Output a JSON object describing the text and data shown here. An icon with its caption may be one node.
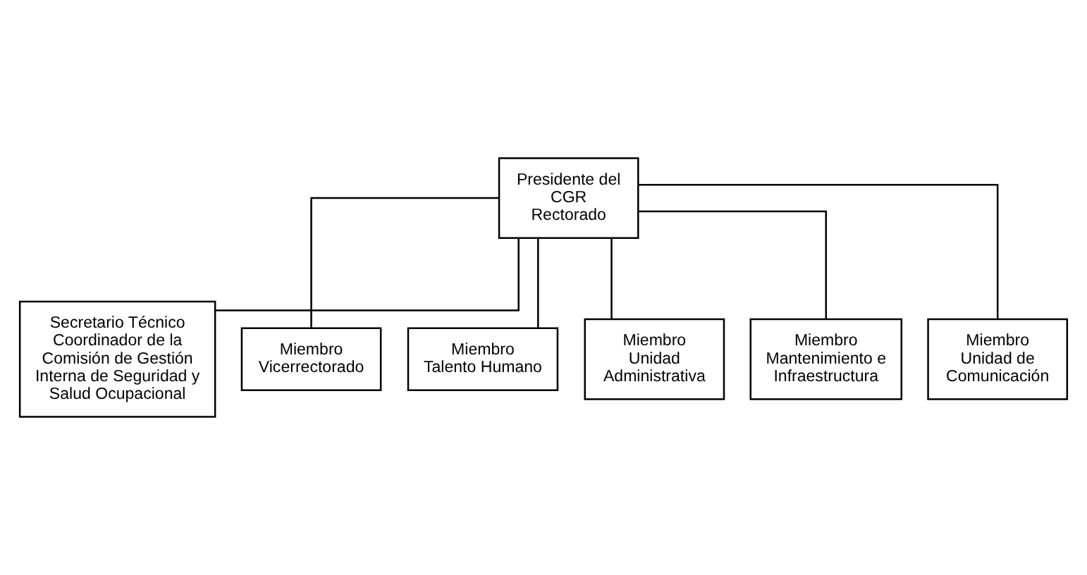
{
  "diagram": {
    "nodes": [
      {
        "text": [
          "Presidente del CGR",
          "Rectorado"
        ]
      },
      {
        "text": [
          "Secretario Técnico",
          "Coordinador de la Comisión de Gestión Interna de Seguridad y Salud Ocupacional"
        ]
      },
      {
        "text": [
          "Miembro",
          "Vicerrectorado"
        ]
      },
      {
        "text": [
          "Miembro",
          "Talento Humano"
        ]
      },
      {
        "text": [
          "Miembro",
          "Unidad Administrativa"
        ]
      },
      {
        "text": [
          "Miembro",
          "Mantenimiento e Infraestructura"
        ]
      },
      {
        "text": [
          "Miembro",
          "Unidad de Comunicación"
        ]
      }
    ],
    "edges": [
      {
        "from": 0,
        "to": 1,
        "arrow": "none"
      },
      {
        "from": 0,
        "to": 2,
        "arrow": "none"
      },
      {
        "from": 0,
        "to": 3,
        "arrow": "none"
      },
      {
        "from": 0,
        "to": 4,
        "arrow": "none"
      },
      {
        "from": 0,
        "to": 5,
        "arrow": "none"
      },
      {
        "from": 0,
        "to": 6,
        "arrow": "none"
      }
    ]
  }
}
